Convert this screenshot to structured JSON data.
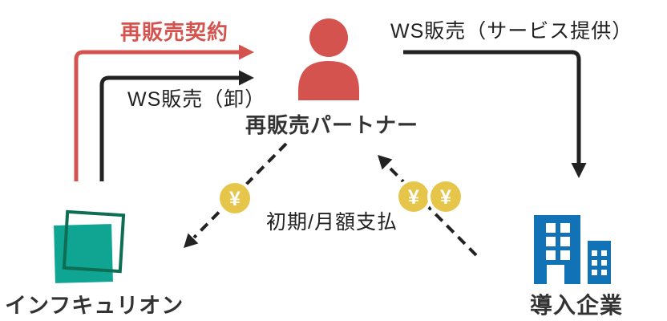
{
  "colors": {
    "red": "#D5534E",
    "dark": "#222222",
    "teal": "#10A492",
    "teal_dark": "#0D6E53",
    "blue": "#1173B5",
    "coin_yellow": "#E6C54B",
    "white": "#FFFFFF",
    "label_dark": "#333333"
  },
  "nodes": {
    "partner": {
      "label": "再販売パートナー"
    },
    "infcurion": {
      "label": "インフキュリオン"
    },
    "client": {
      "label": "導入企業"
    }
  },
  "edges": {
    "resale_contract": {
      "label": "再販売契約"
    },
    "ws_wholesale": {
      "label": "WS販売（卸）"
    },
    "ws_service": {
      "label": "WS販売（サービス提供）"
    },
    "payment": {
      "label": "初期/月額支払"
    }
  },
  "icons": {
    "yen_symbol": "¥"
  }
}
